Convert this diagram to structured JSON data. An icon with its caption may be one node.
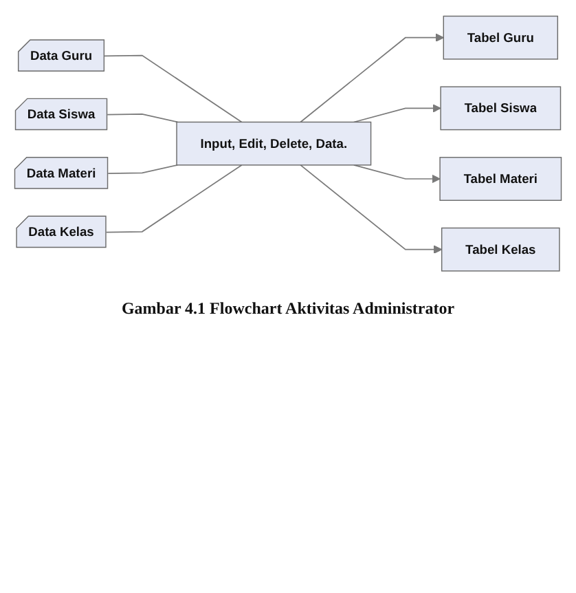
{
  "diagram": {
    "caption": "Gambar 4.1 Flowchart Aktivitas Administrator",
    "nodes": [
      {
        "text": [
          "Data Guru"
        ]
      },
      {
        "text": [
          "Data Siswa"
        ]
      },
      {
        "text": [
          "Data Materi"
        ]
      },
      {
        "text": [
          "Data Kelas"
        ]
      },
      {
        "text": [
          "Input, Edit, Delete, Data."
        ]
      },
      {
        "text": [
          "Tabel Guru"
        ]
      },
      {
        "text": [
          "Tabel Siswa"
        ]
      },
      {
        "text": [
          "Tabel Materi"
        ]
      },
      {
        "text": [
          "Tabel Kelas"
        ]
      }
    ],
    "edges": [
      {
        "from": 0,
        "to": 4,
        "arrow": "none"
      },
      {
        "from": 1,
        "to": 4,
        "arrow": "none"
      },
      {
        "from": 2,
        "to": 4,
        "arrow": "none"
      },
      {
        "from": 3,
        "to": 4,
        "arrow": "none"
      },
      {
        "from": 4,
        "to": 5,
        "arrow": "to"
      },
      {
        "from": 4,
        "to": 6,
        "arrow": "to"
      },
      {
        "from": 4,
        "to": 7,
        "arrow": "to"
      },
      {
        "from": 4,
        "to": 8,
        "arrow": "to"
      }
    ]
  }
}
